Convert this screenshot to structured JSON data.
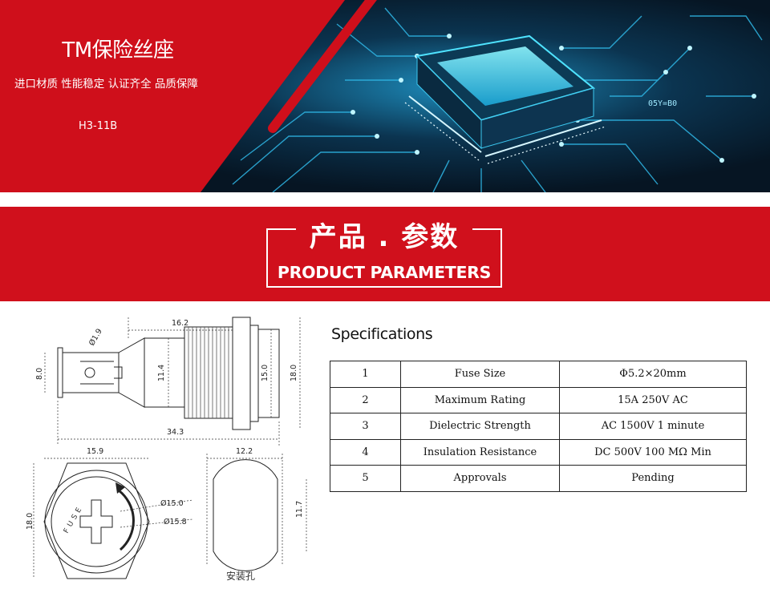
{
  "hero": {
    "title": "TM保险丝座",
    "subtitle": "进口材质  性能稳定  认证齐全  品质保障",
    "model": "H3-11B",
    "chip_marking": "05Y=B0"
  },
  "section": {
    "title_cn": "产品 . 参数",
    "title_en": "PRODUCT PARAMETERS"
  },
  "drawing": {
    "dims": {
      "d_lead": "Ø1.9",
      "len_body": "16.2",
      "h_left": "8.0",
      "h_thread": "11.4",
      "h_nut": "15.0",
      "h_flange": "18.0",
      "len_total": "34.3",
      "w_hex": "15.9",
      "d_cap": "Ø15.0",
      "d_hole": "Ø15.8",
      "h_hex": "18.0",
      "w_cutout": "12.2",
      "h_cutout": "11.7"
    },
    "cap_text": "FUSE",
    "mount_label": "安装孔"
  },
  "specs": {
    "title": "Specifications",
    "rows": [
      {
        "no": "1",
        "name": "Fuse Size",
        "value": "Φ5.2×20mm"
      },
      {
        "no": "2",
        "name": "Maximum Rating",
        "value": "15A 250V AC"
      },
      {
        "no": "3",
        "name": "Dielectric Strength",
        "value": "AC 1500V 1 minute"
      },
      {
        "no": "4",
        "name": "Insulation Resistance",
        "value": "DC 500V 100 MΩ  Min"
      },
      {
        "no": "5",
        "name": "Approvals",
        "value": "Pending"
      }
    ]
  },
  "colors": {
    "brand_red": "#d0101c",
    "circuit_cyan": "#37d3ff"
  }
}
